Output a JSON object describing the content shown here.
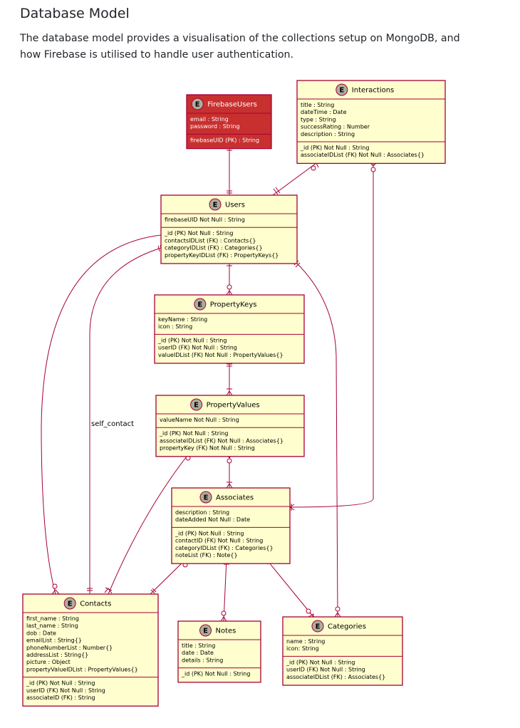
{
  "heading": "Database Model",
  "intro": "The database model provides a visualisation of the collections setup on MongoDB, and how Firebase is utilised to handle user authentication.",
  "diagram": {
    "entity_badge": "E",
    "entities": {
      "FirebaseUsers": {
        "name": "FirebaseUsers",
        "fields": [
          "email : String",
          "password : String"
        ],
        "keys": [
          "firebaseUID (PK) : String"
        ]
      },
      "Interactions": {
        "name": "Interactions",
        "fields": [
          "title : String",
          "dateTime : Date",
          "type : String",
          "successRating : Number",
          "description : String"
        ],
        "keys": [
          "_id (PK) Not Null : String",
          "associateIDList (FK) Not Null : Associates{}"
        ]
      },
      "Users": {
        "name": "Users",
        "fields": [
          "firebaseUID Not Null : String"
        ],
        "keys": [
          "_id (PK) Not Null : String",
          "contactsIDList (FK) : Contacts{}",
          "categoryIDList (FK) : Categories{}",
          "propertyKeyIDList (FK) : PropertyKeys{}"
        ]
      },
      "PropertyKeys": {
        "name": "PropertyKeys",
        "fields": [
          "keyName : String",
          "icon : String"
        ],
        "keys": [
          "_id (PK) Not Null : String",
          "userID (FK) Not Null : String",
          "valueIDList (FK) Not Null : PropertyValues{}"
        ]
      },
      "PropertyValues": {
        "name": "PropertyValues",
        "fields": [
          "valueName Not Null : String"
        ],
        "keys": [
          "_id (PK) Not Null : String",
          "associateIDList (FK) Not Null : Associates{}",
          "propertyKey (FK) Not Null : String"
        ]
      },
      "Associates": {
        "name": "Associates",
        "fields": [
          "description : String",
          "dateAdded Not Null : Date"
        ],
        "keys": [
          "_id (PK) Not Null : String",
          "contactID (FK) Not Null : String",
          "categoryIDList (FK) : Categories{}",
          "noteList (FK) : Note{}"
        ]
      },
      "Contacts": {
        "name": "Contacts",
        "fields": [
          "first_name : String",
          "last_name : String",
          "dob : Date",
          "emailList : String{}",
          "phoneNumberList : Number{}",
          "addressList : String{}",
          "picture : Object",
          "propertyValueIDList : PropertyValues{}"
        ],
        "keys": [
          "_id (PK) Not Null : String",
          "userID (FK) Not Null : String",
          "associateID (FK) : String"
        ]
      },
      "Notes": {
        "name": "Notes",
        "fields": [
          "title : String",
          "date : Date",
          "details : String"
        ],
        "keys": [
          "_id (PK) Not Null : String"
        ]
      },
      "Categories": {
        "name": "Categories",
        "fields": [
          "name : String",
          "icon: String"
        ],
        "keys": [
          "_id (PK) Not Null : String",
          "userID (FK) Not Null : String",
          "associateIDList (FK) : Associates{}"
        ]
      }
    },
    "relationship_labels": {
      "self_contact": "self_contact"
    },
    "colors": {
      "entity_fill": "#fefece",
      "entity_border": "#a80036",
      "highlight_fill": "#c7302f",
      "badge_fill": "#adad9e"
    }
  }
}
